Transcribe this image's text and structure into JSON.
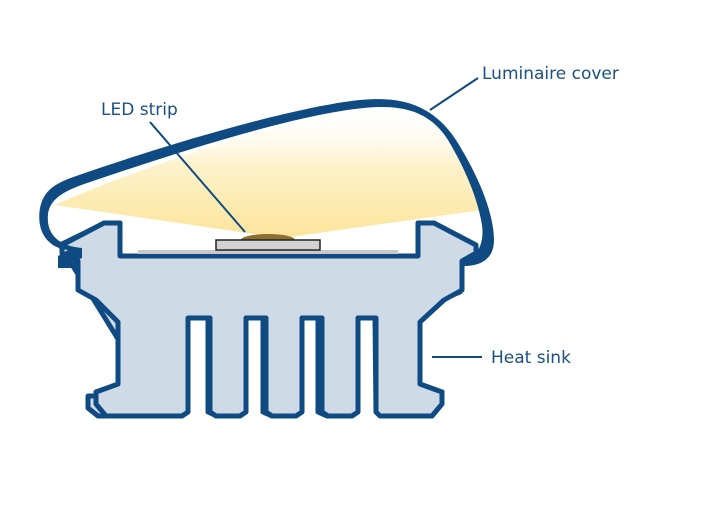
{
  "labels": {
    "luminaire_cover": "Luminaire cover",
    "led_strip": "LED strip",
    "heat_sink": "Heat sink"
  },
  "colors": {
    "outline": "#0f4a82",
    "heat_sink_fill": "#cfdae7",
    "light_glow": "#fde9a6",
    "led_body": "#d3d3d3",
    "led_chip": "#8c6f2e",
    "board": "#c9c9c9",
    "background": "#ffffff"
  }
}
